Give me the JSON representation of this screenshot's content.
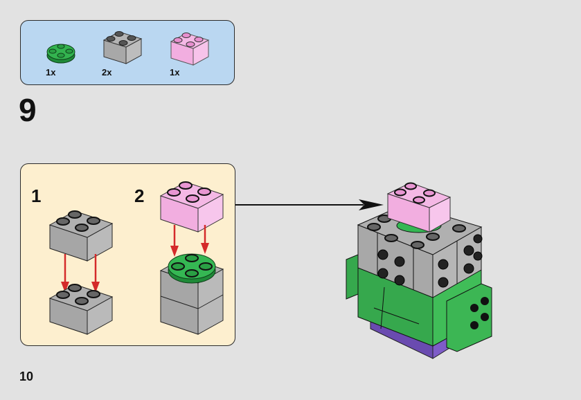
{
  "step": {
    "number": "9",
    "parts_list": [
      {
        "name": "green round 2x2 plate",
        "color": "#2fae4a",
        "quantity": "1x"
      },
      {
        "name": "gray 2x2 brick",
        "color": "#a3a3a3",
        "quantity": "2x"
      },
      {
        "name": "pink 2x2 brick",
        "color": "#f2aee0",
        "quantity": "1x"
      }
    ],
    "sub_steps": [
      {
        "label": "1",
        "description": "stack gray brick onto gray brick"
      },
      {
        "label": "2",
        "description": "attach pink brick onto green round plate on gray bricks"
      }
    ]
  },
  "colors": {
    "page_background": "#e2e2e2",
    "parts_panel": "#bad7f1",
    "sub_assembly_panel": "#fdefcf",
    "arrow_red": "#d42a2a"
  },
  "page_number": "10"
}
